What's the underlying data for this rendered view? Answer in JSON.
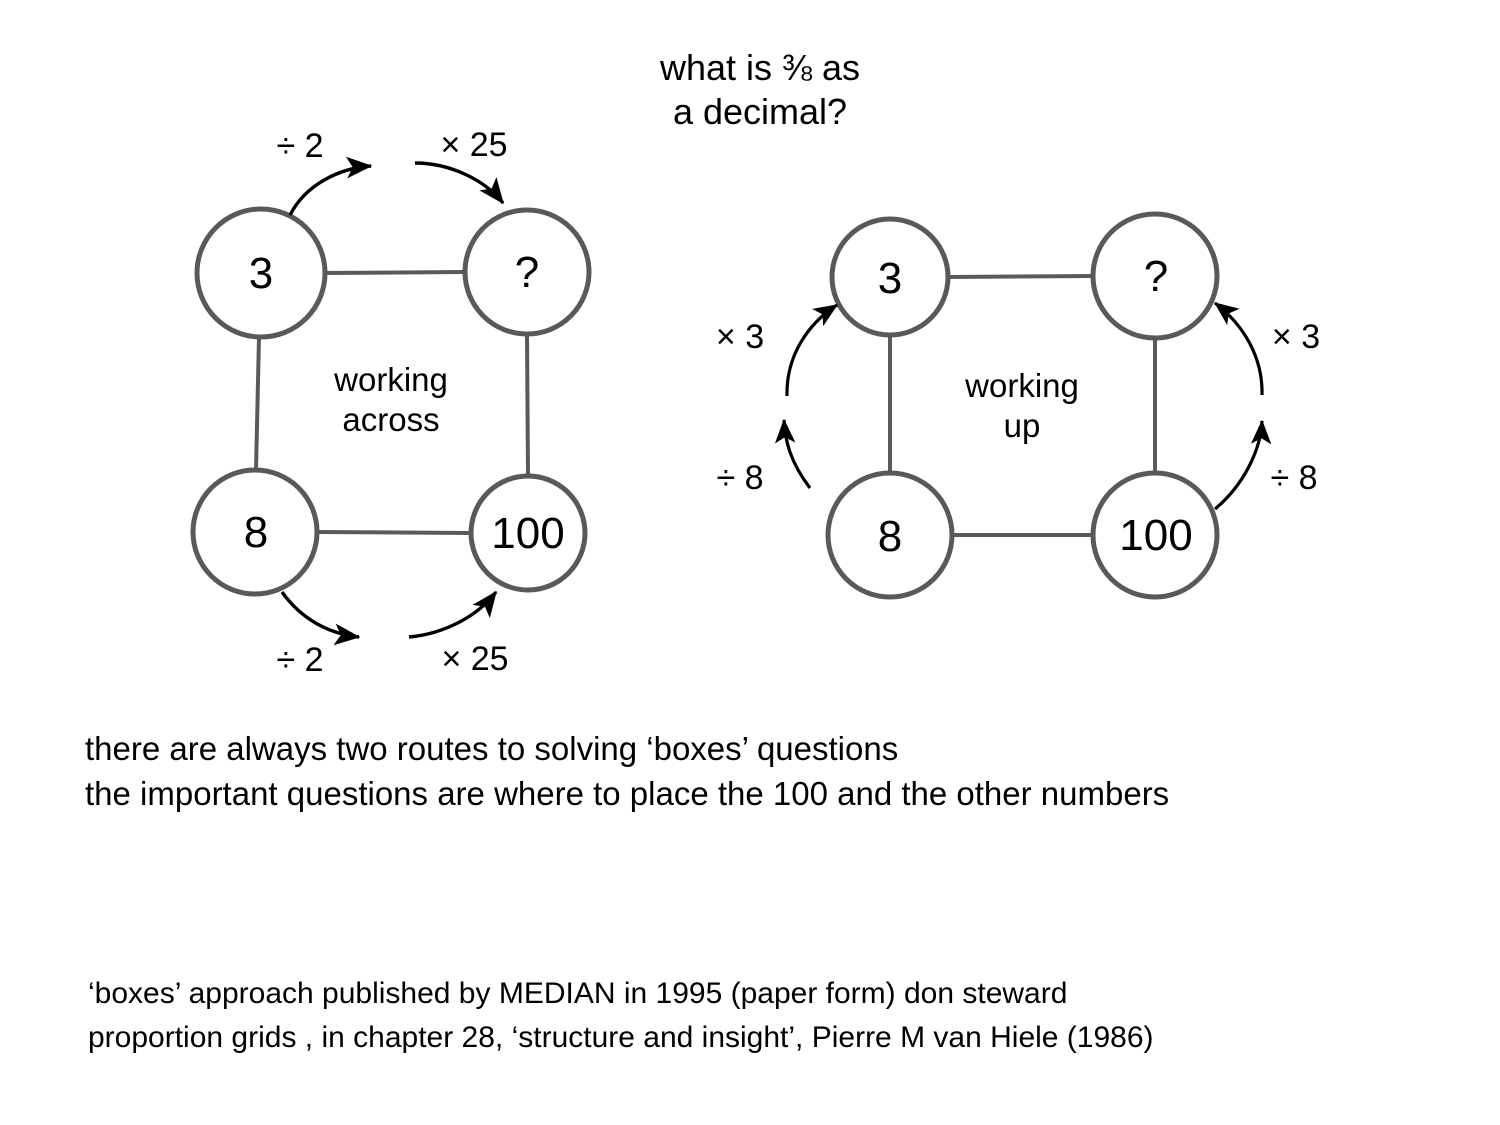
{
  "slide": {
    "question": "what is ⅜ as\na decimal?",
    "body": "there are always two routes to solving ‘boxes’ questions\nthe important questions are where to place the 100 and the other numbers",
    "footer": "‘boxes’ approach published by MEDIAN in 1995 (paper form) don steward\nproportion grids , in chapter 28, ‘structure and insight’, Pierre M van Hiele (1986)",
    "stroke_color": "#595959",
    "arrow_color": "#000000",
    "text_color": "#000000",
    "background": "#ffffff"
  },
  "diagram_left": {
    "caption": "working\nacross",
    "nodes": {
      "top_left": "3",
      "top_right": "?",
      "bottom_left": "8",
      "bottom_right": "100"
    },
    "operations": {
      "top_left_arrow": "÷ 2",
      "top_right_arrow": "× 25",
      "bottom_left_arrow": "÷ 2",
      "bottom_right_arrow": "× 25"
    }
  },
  "diagram_right": {
    "caption": "working\nup",
    "nodes": {
      "top_left": "3",
      "top_right": "?",
      "bottom_left": "8",
      "bottom_right": "100"
    },
    "operations": {
      "left_upper_arrow": "× 3",
      "left_lower_arrow": "÷ 8",
      "right_upper_arrow": "× 3",
      "right_lower_arrow": "÷ 8"
    }
  }
}
